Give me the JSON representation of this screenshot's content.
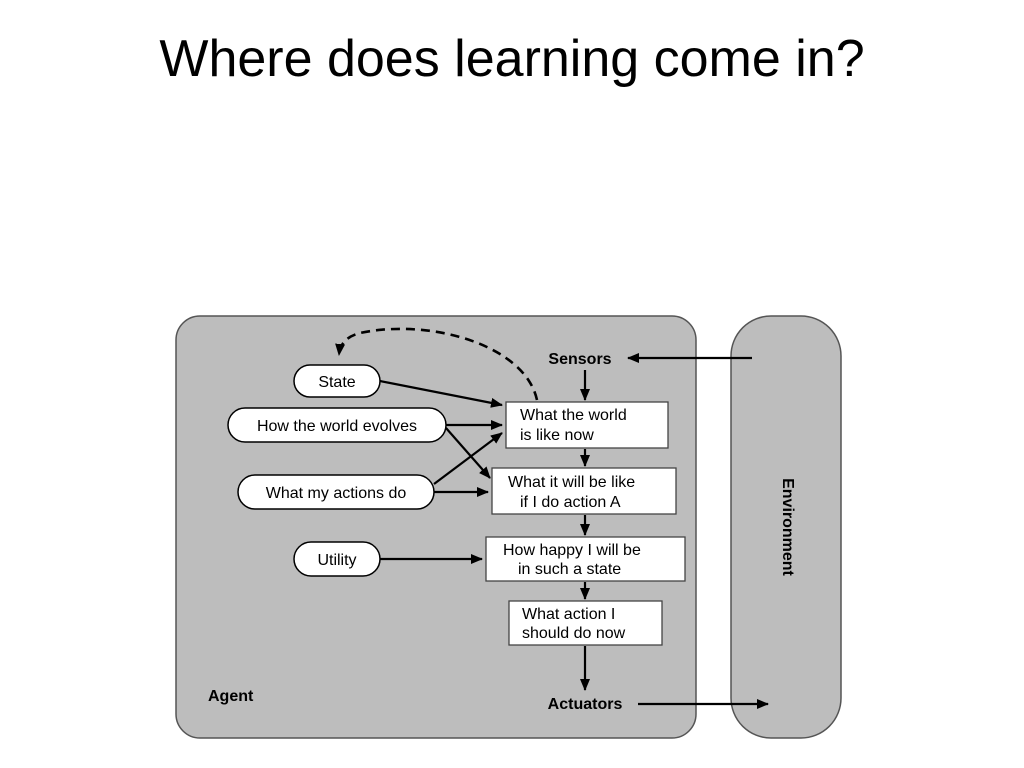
{
  "slide": {
    "title": "Where does learning come in?"
  },
  "diagram": {
    "agent_label": "Agent",
    "environment_label": "Environment",
    "sensors": "Sensors",
    "actuators": "Actuators",
    "ovals": {
      "state": "State",
      "world_evolves": "How the world evolves",
      "actions_do": "What my actions do",
      "utility": "Utility"
    },
    "boxes": {
      "world_now": [
        "What the world",
        "is like now"
      ],
      "will_be_like": [
        "What it will be like",
        "if I do action A"
      ],
      "how_happy": [
        "How happy I will be",
        "in such a state"
      ],
      "what_action": [
        "What action I",
        "should do now"
      ]
    }
  }
}
